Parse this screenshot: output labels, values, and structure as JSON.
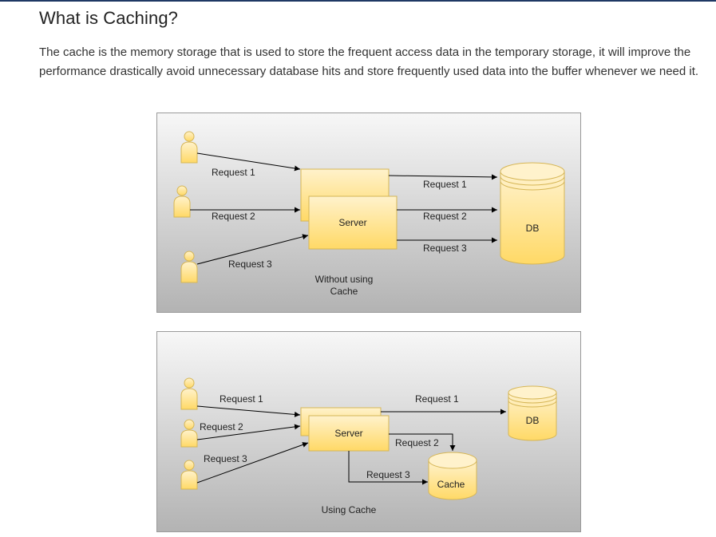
{
  "article": {
    "title": "What is Caching?",
    "intro": "The cache is the memory storage that is used to store the frequent access data in the temporary storage, it will improve the performance drastically avoid unnecessary database hits and store frequently used data into the buffer whenever we need it."
  },
  "diagram_without_cache": {
    "caption_line1": "Without using",
    "caption_line2": "Cache",
    "server_label": "Server",
    "db_label": "DB",
    "user_requests": [
      "Request 1",
      "Request 2",
      "Request 3"
    ],
    "server_to_db_requests": [
      "Request 1",
      "Request 2",
      "Request 3"
    ]
  },
  "diagram_with_cache": {
    "caption": "Using Cache",
    "server_label": "Server",
    "db_label": "DB",
    "cache_label": "Cache",
    "user_requests": [
      "Request 1",
      "Request 2",
      "Request 3"
    ],
    "server_to_db_request": "Request 1",
    "server_to_cache_requests": [
      "Request 2",
      "Request 3"
    ]
  },
  "colors": {
    "node_fill_top": "#fff2cc",
    "node_fill_bottom": "#ffd966",
    "node_stroke": "#d6b656",
    "arrow": "#000000",
    "panel_top": "#f7f7f7",
    "panel_bottom": "#b3b3b3"
  },
  "icons": [
    "user-icon",
    "server-box",
    "db-cylinder",
    "cache-cylinder",
    "arrow"
  ]
}
